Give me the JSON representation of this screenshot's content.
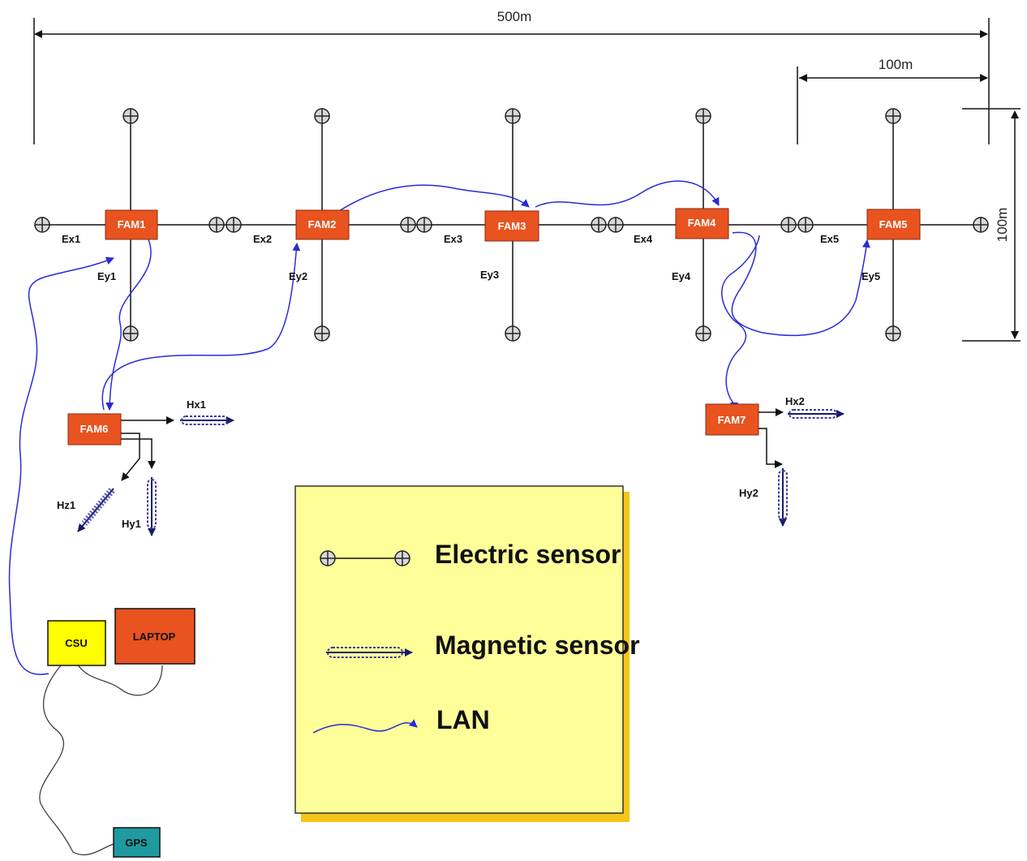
{
  "dimensions": {
    "total": "500m",
    "section": "100m",
    "height": "100m"
  },
  "units": [
    {
      "label": "FAM1",
      "ex": "Ex1",
      "ey": "Ey1"
    },
    {
      "label": "FAM2",
      "ex": "Ex2",
      "ey": "Ey2"
    },
    {
      "label": "FAM3",
      "ex": "Ex3",
      "ey": "Ey3"
    },
    {
      "label": "FAM4",
      "ex": "Ex4",
      "ey": "Ey4"
    },
    {
      "label": "FAM5",
      "ex": "Ex5",
      "ey": "Ey5"
    }
  ],
  "magnetic_units": [
    {
      "label": "FAM6",
      "hx": "Hx1",
      "hz": "Hz1",
      "hy": "Hy1"
    },
    {
      "label": "FAM7",
      "hx": "Hx2",
      "hy": "Hy2"
    }
  ],
  "base": {
    "csu": "CSU",
    "laptop": "LAPTOP",
    "gps": "GPS"
  },
  "legend": {
    "electric": "Electric sensor",
    "magnetic": "Magnetic sensor",
    "lan": "LAN"
  },
  "colors": {
    "fam_box": "#e8531f",
    "csu_box": "#ffff00",
    "laptop_box": "#e8531f",
    "gps_box": "#1e9aa0",
    "lan": "#2a2ad8",
    "legend_bg": "#ffff99",
    "legend_shadow": "#f5c518"
  }
}
